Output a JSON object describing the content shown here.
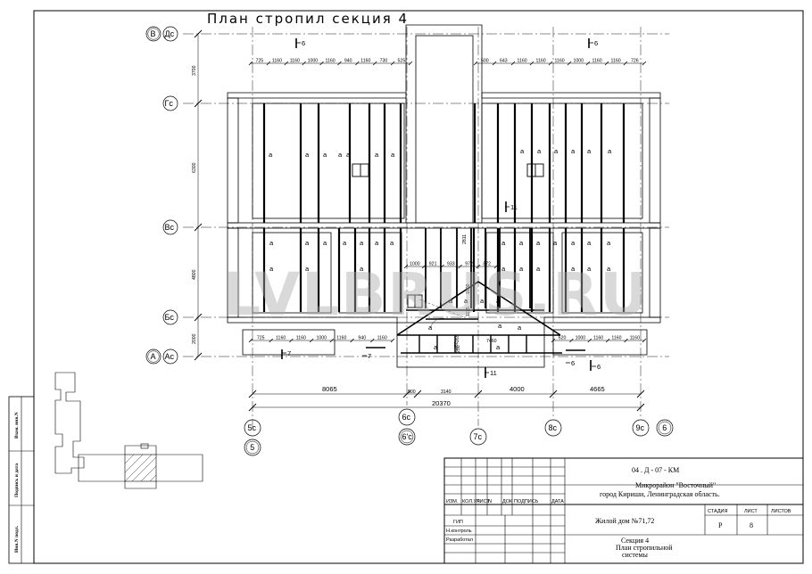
{
  "drawing": {
    "title": "План стропил секция 4",
    "watermark": "LVLBRUS.RU",
    "rows": [
      {
        "id": "row-ds",
        "l1": "В",
        "l2": "Дс"
      },
      {
        "id": "row-gs",
        "l2": "Гс"
      },
      {
        "id": "row-vs",
        "l2": "Вс"
      },
      {
        "id": "row-bs",
        "l2": "Бс"
      },
      {
        "id": "row-as",
        "l1": "А",
        "l2": "Ас"
      }
    ],
    "cols": [
      {
        "id": "col-5c",
        "l1": "5с",
        "l2": "5"
      },
      {
        "id": "col-6c",
        "l1": "6с",
        "l2": "6'с"
      },
      {
        "id": "col-7c",
        "l1": "7с"
      },
      {
        "id": "col-8c",
        "l1": "8с"
      },
      {
        "id": "col-9c",
        "l1": "9с",
        "l2": "6"
      }
    ],
    "vdims": [
      "3700",
      "6300",
      "4800",
      "2000"
    ],
    "top_dims_left": [
      "725",
      "1160",
      "1160",
      "1000",
      "1160",
      "940",
      "1160",
      "730",
      "525"
    ],
    "top_dims_right": [
      "500",
      "643",
      "1160",
      "1160",
      "1160",
      "1000",
      "1160",
      "1160",
      "726"
    ],
    "bot_dims_left": [
      "725",
      "1160",
      "1160",
      "1000",
      "1160",
      "940",
      "1160"
    ],
    "bot_dims_right": [
      "620",
      "1000",
      "1160",
      "1160",
      "1160"
    ],
    "mid_dims": [
      "1000",
      "921",
      "933",
      "972",
      "872"
    ],
    "span_dims": [
      "8065",
      "500",
      "3140",
      "4000",
      "4665"
    ],
    "total": "20370",
    "ridge_dim": "7460",
    "misc_dims": [
      "1000",
      "1115",
      "2811",
      "250",
      "265",
      "250"
    ],
    "sections": [
      "6",
      "6",
      "11",
      "11",
      "7",
      "7",
      "6",
      "6"
    ],
    "rafter_mark": "a"
  },
  "stamp": {
    "code": "04 . Д - 07 -  КМ",
    "place_line1": "Микрорайон \"Восточный\"",
    "place_line2": "город Кириши, Ленинградская область.",
    "building": "Жилой дом №71,72",
    "sheet_title_1": "Секция 4",
    "sheet_title_2": "План стропильной",
    "sheet_title_3": "системы",
    "col_heads": [
      "ИЗМ.",
      "КОЛ.УЧ",
      "ЛИСТ",
      "N",
      "ДОК",
      "ПОДПИСЬ",
      "ДАТА"
    ],
    "roles": [
      "ГИП",
      "Н.контроль",
      "Разработал"
    ],
    "stage_head": "СТАДИЯ",
    "sheet_head": "ЛИСТ",
    "sheets_head": "ЛИСТОВ",
    "stage": "Р",
    "sheet": "8"
  },
  "side": [
    "Инв.N подл.",
    "Подпись и дата",
    "Взам. инв.N"
  ]
}
